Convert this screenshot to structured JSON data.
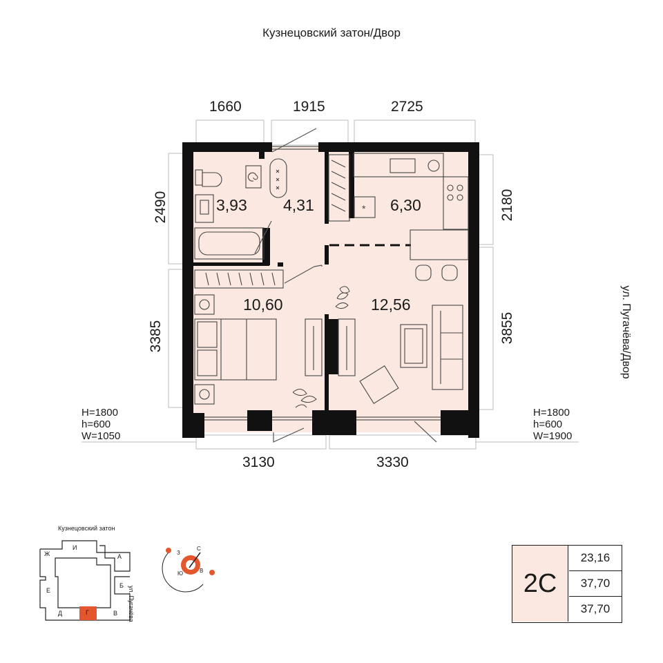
{
  "title_top": "Кузнецовский затон/Двор",
  "side_label": "ул. Пугачёва/Двор",
  "dimensions": {
    "top": [
      "1660",
      "1915",
      "2725"
    ],
    "bottom": [
      "3130",
      "3330"
    ],
    "left": [
      "2490",
      "3385"
    ],
    "right": [
      "2180",
      "3855"
    ]
  },
  "windows": {
    "left": {
      "H": "H=1800",
      "h": "h=600",
      "W": "W=1050"
    },
    "right": {
      "H": "H=1800",
      "h": "h=600",
      "W": "W=1900"
    }
  },
  "rooms": {
    "bathroom": "3,93",
    "hallway": "4,31",
    "kitchen": "6,30",
    "bedroom": "10,60",
    "living": "12,56"
  },
  "apartment": {
    "type": "2С",
    "areas": [
      "23,16",
      "37,70",
      "37,70"
    ]
  },
  "minimap": {
    "street_top": "Кузнецовский затон",
    "street_side": "ул. Пугачёва",
    "sections": [
      "Ж",
      "И",
      "А",
      "Е",
      "Б",
      "Д",
      "Г",
      "В"
    ],
    "highlighted": "Г",
    "highlight_color": "#e4572e"
  },
  "compass": {
    "north": "С",
    "west": "З",
    "south": "Ю",
    "east": "В",
    "accent_color": "#e4572e"
  },
  "colors": {
    "room_fill": "#fbe9e1",
    "wall": "#111111"
  }
}
